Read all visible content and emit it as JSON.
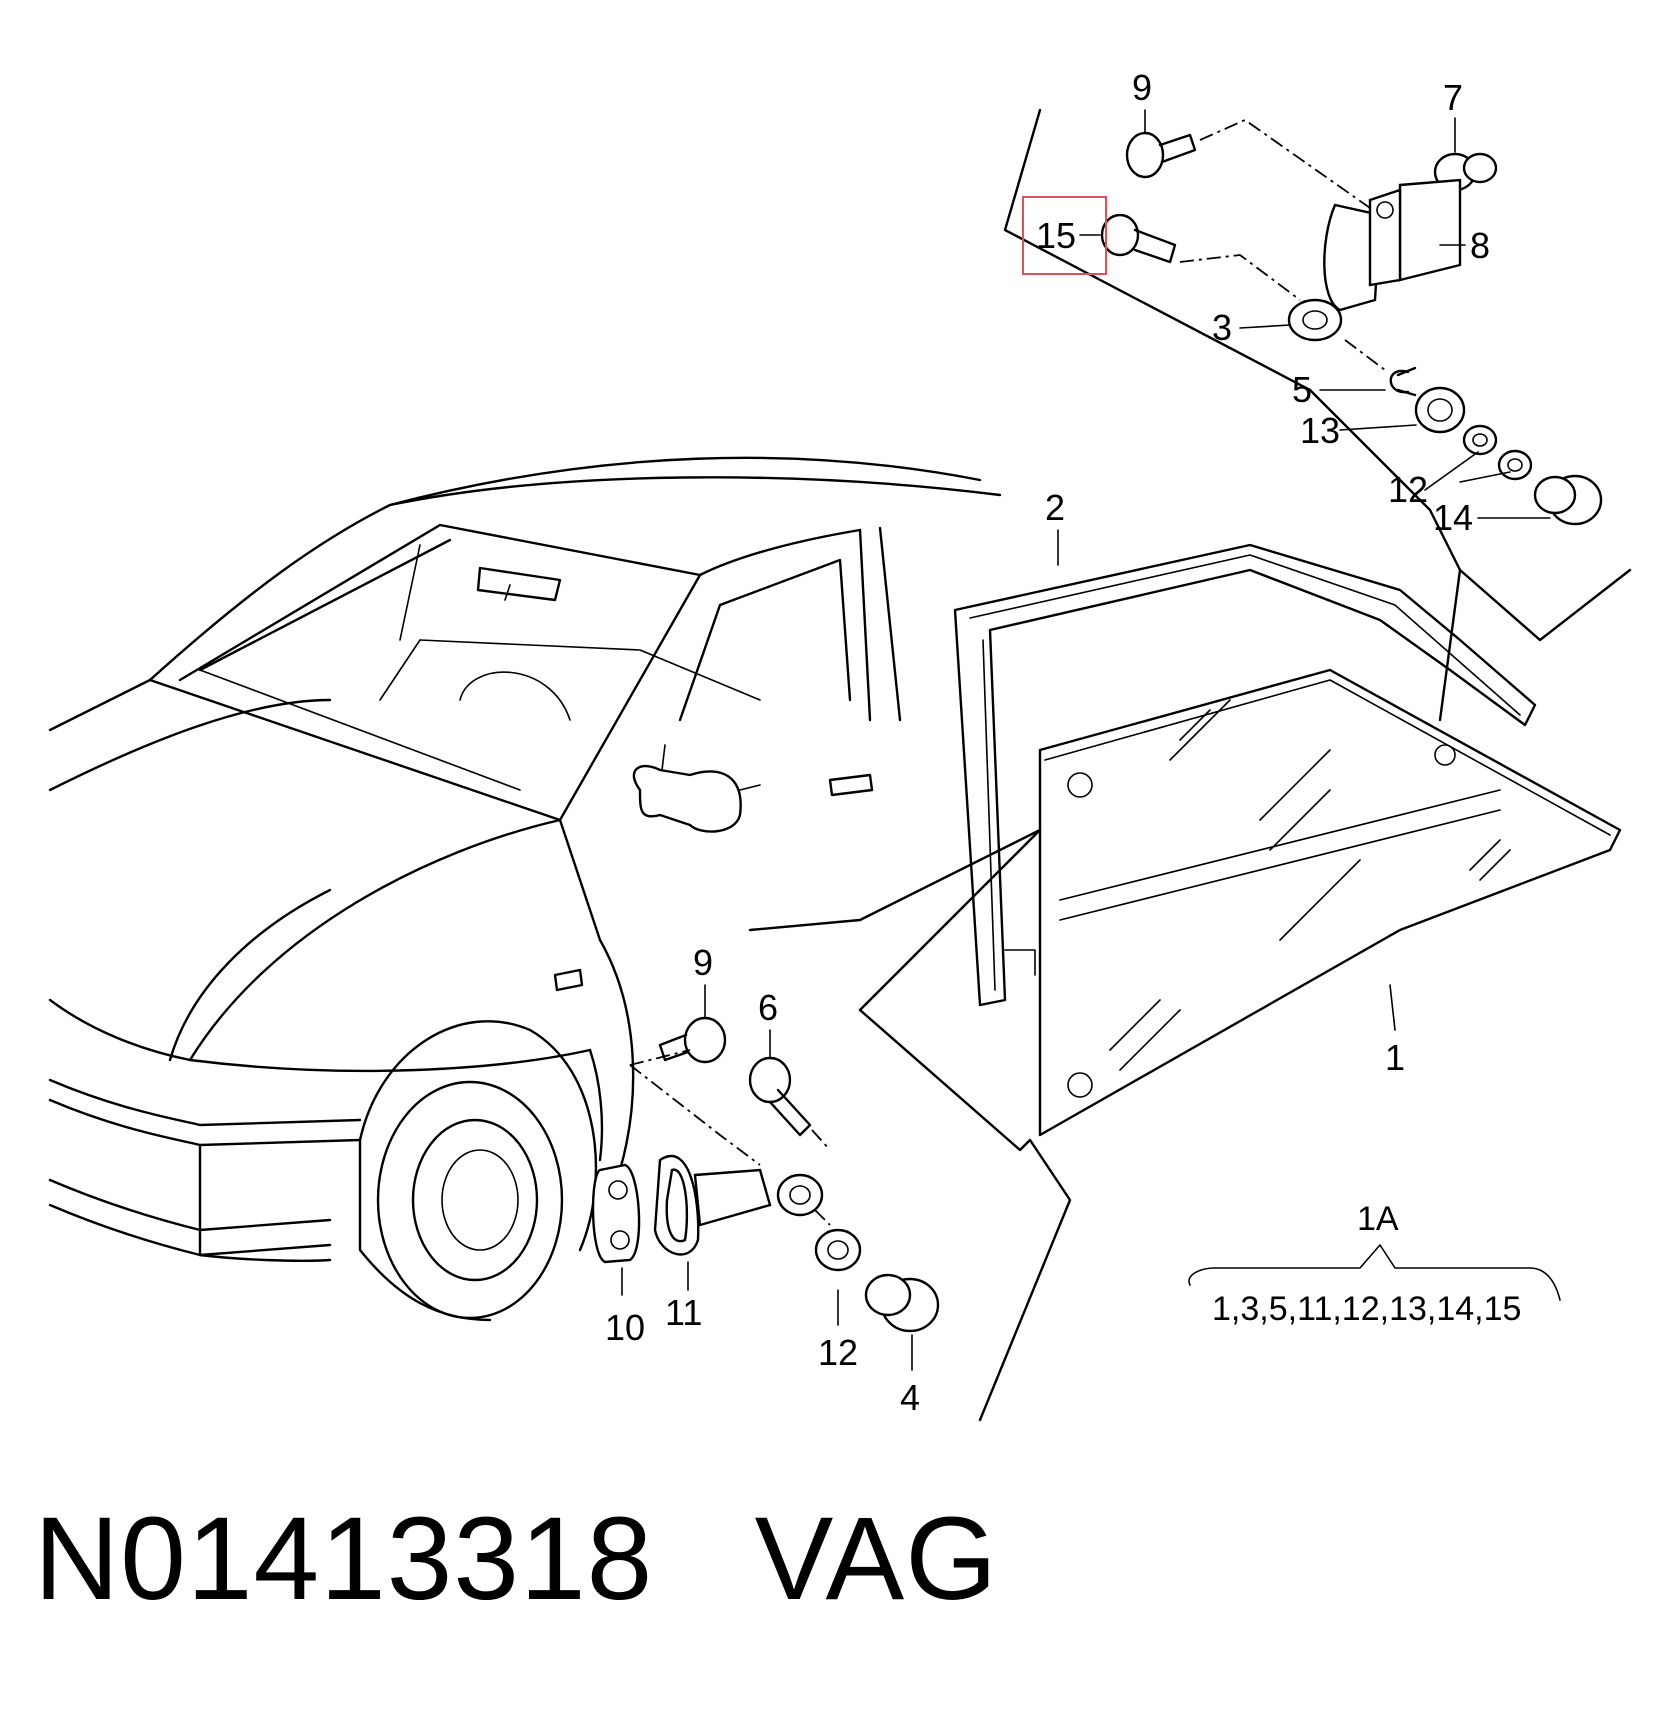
{
  "callouts": {
    "c9_top": "9",
    "c7": "7",
    "c15": "15",
    "c8": "8",
    "c3": "3",
    "c5": "5",
    "c13": "13",
    "c12_top": "12",
    "c14": "14",
    "c2": "2",
    "c1": "1",
    "c9_bottom": "9",
    "c6": "6",
    "c10": "10",
    "c11": "11",
    "c12_bottom": "12",
    "c4": "4"
  },
  "group": {
    "label": "1A",
    "members": "1,3,5,11,12,13,14,15"
  },
  "footer": {
    "part_number": "N01413318",
    "brand": "VAG"
  },
  "highlight": {
    "target": "15",
    "color": "#e0505a"
  }
}
